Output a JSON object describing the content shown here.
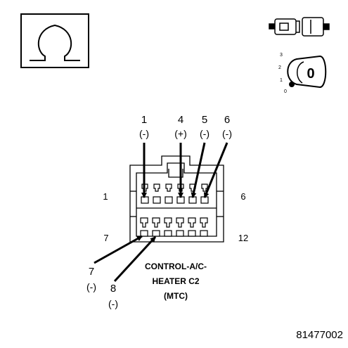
{
  "meter_symbol": {
    "icon": "ohmmeter-icon",
    "glyph": "Ω"
  },
  "connector_icon": {
    "icon": "connector-disconnected-icon"
  },
  "ignition": {
    "icon": "ignition-key-icon",
    "positions": [
      "3",
      "2",
      "1",
      "0"
    ],
    "key_label": "0"
  },
  "pins": [
    {
      "number": "1",
      "polarity": "(-)"
    },
    {
      "number": "4",
      "polarity": "(+)"
    },
    {
      "number": "5",
      "polarity": "(-)"
    },
    {
      "number": "6",
      "polarity": "(-)"
    },
    {
      "number": "7",
      "polarity": "(-)"
    },
    {
      "number": "8",
      "polarity": "(-)"
    }
  ],
  "cavity_labels": {
    "top_left": "1",
    "top_right": "6",
    "bottom_left": "7",
    "bottom_right": "12"
  },
  "connector_name": {
    "line1": "CONTROL-A/C-",
    "line2": "HEATER C2",
    "line3": "(MTC)"
  },
  "figure_number": "81477002",
  "colors": {
    "line": "#000000",
    "background": "#ffffff"
  }
}
